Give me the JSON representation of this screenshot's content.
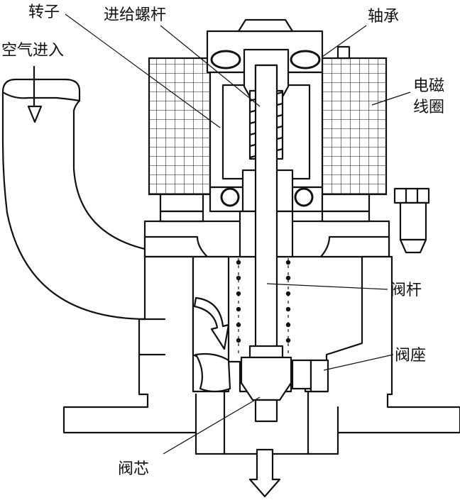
{
  "labels": {
    "rotor": "转子",
    "feed_screw": "进给螺杆",
    "bearing": "轴承",
    "air_in": "空气进入",
    "coil_line1": "电磁",
    "coil_line2": "线圈",
    "valve_stem": "阀杆",
    "valve_seat": "阀座",
    "valve_core": "阀芯"
  },
  "colors": {
    "ink": "#111111",
    "paper": "#ffffff"
  }
}
